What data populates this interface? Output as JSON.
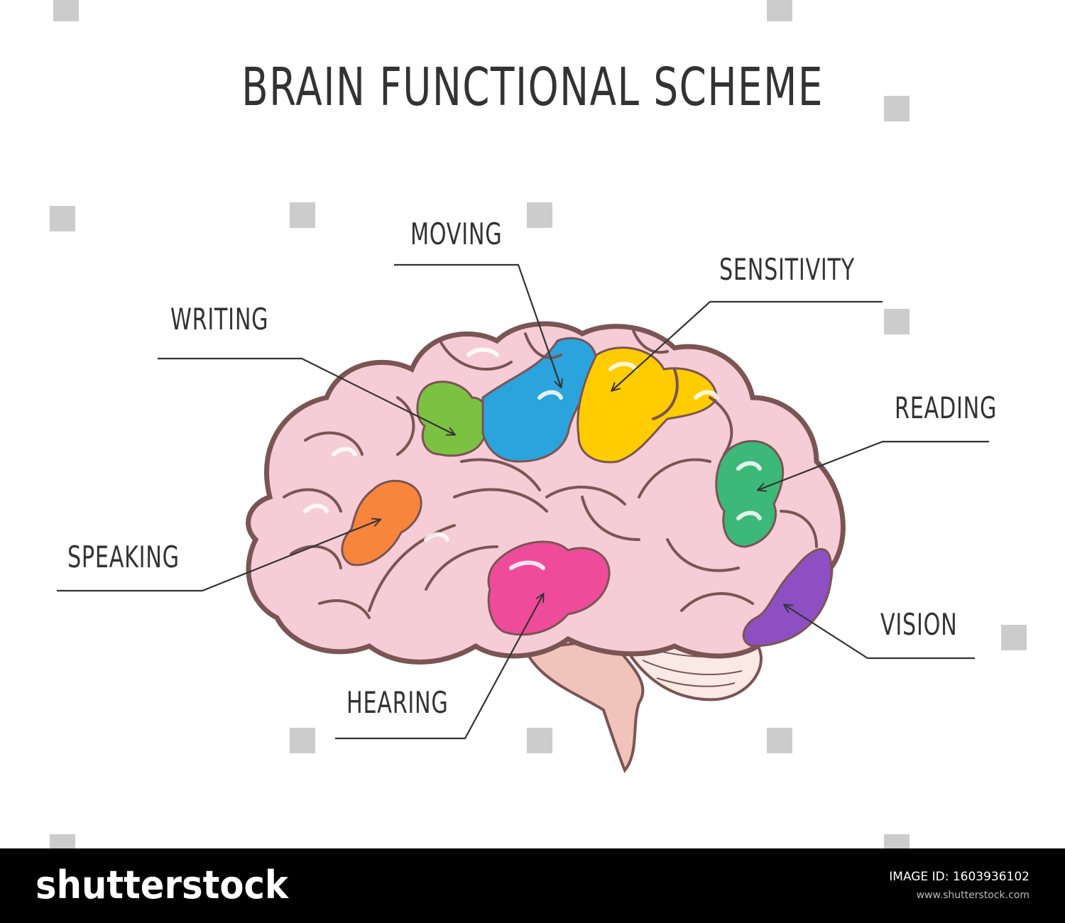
{
  "title": "BRAIN FUNCTIONAL SCHEME",
  "regions": [
    {
      "id": "moving",
      "label": "MOVING",
      "color": "#2ba3dc"
    },
    {
      "id": "sensitivity",
      "label": "SENSITIVITY",
      "color": "#ffcc00"
    },
    {
      "id": "writing",
      "label": "WRITING",
      "color": "#7cc242"
    },
    {
      "id": "reading",
      "label": "READING",
      "color": "#3cb878"
    },
    {
      "id": "speaking",
      "label": "SPEAKING",
      "color": "#f7853b"
    },
    {
      "id": "vision",
      "label": "VISION",
      "color": "#8e4fc2"
    },
    {
      "id": "hearing",
      "label": "HEARING",
      "color": "#ee4c9a"
    }
  ],
  "colors": {
    "brain_pink": "#f6cdd6",
    "brain_light": "#fbe9e4",
    "outline": "#7b5454",
    "stem": "#f0c4bb",
    "text": "#333333"
  },
  "watermark": "shutterstock",
  "footer": {
    "logo": "shutterstock",
    "image_id": "IMAGE ID: 1603936102",
    "url": "www.shutterstock.com"
  }
}
